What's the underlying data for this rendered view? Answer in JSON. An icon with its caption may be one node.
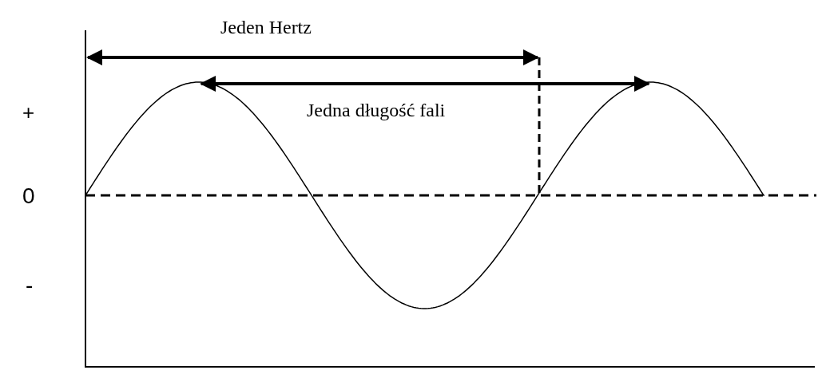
{
  "diagram": {
    "labels": [
      "Jeden Hertz",
      "+",
      "Jedna długość fali",
      "0",
      "-"
    ]
  }
}
